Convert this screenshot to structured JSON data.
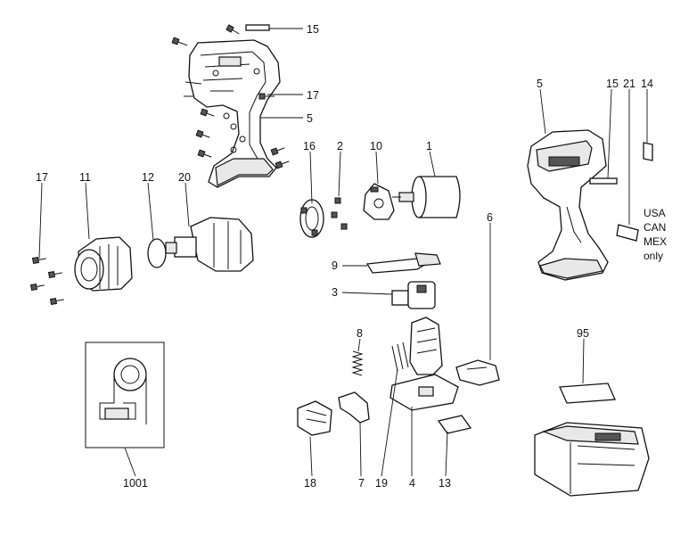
{
  "callouts": {
    "p15a": "15",
    "p17a": "17",
    "p5a": "5",
    "p16": "16",
    "p2": "2",
    "p10": "10",
    "p1": "1",
    "p17b": "17",
    "p11": "11",
    "p12": "12",
    "p20": "20",
    "p9": "9",
    "p3": "3",
    "p6": "6",
    "p8": "8",
    "p18": "18",
    "p7": "7",
    "p19": "19",
    "p4": "4",
    "p13": "13",
    "p1001": "1001",
    "p5b": "5",
    "p15b": "15",
    "p21": "21",
    "p14": "14",
    "p95": "95"
  },
  "region_note": [
    "USA",
    "CAN",
    "MEX",
    "only"
  ]
}
